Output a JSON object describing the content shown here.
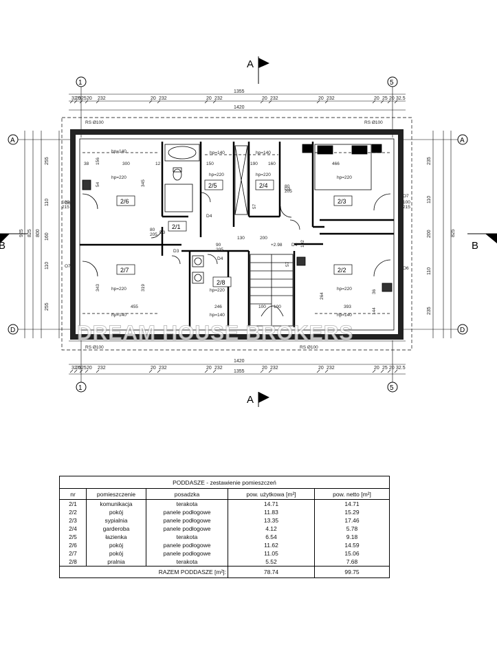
{
  "plan": {
    "section_marker": "A",
    "section_marker_side": "B",
    "axes_top": [
      "1",
      "5"
    ],
    "axes_side": [
      "A",
      "D"
    ],
    "overall_width": "1420",
    "inner_width": "1355",
    "segments": [
      "32.5",
      "20",
      "25",
      "20",
      "232",
      "20",
      "232",
      "20",
      "232",
      "20",
      "232",
      "20",
      "232",
      "20",
      "25",
      "20",
      "32.5"
    ],
    "overall_height": "925",
    "left_dims": [
      "255",
      "110",
      "160",
      "110",
      "255"
    ],
    "left_outer": [
      "825",
      "800"
    ],
    "right_dims": [
      "235",
      "110",
      "200",
      "110",
      "235"
    ],
    "right_outer": [
      "825"
    ],
    "rs_label": "RS Ø100",
    "watermark": "DREAM HOUSE BROKERS",
    "rooms": [
      "2/1",
      "2/2",
      "2/3",
      "2/4",
      "2/5",
      "2/6",
      "2/7",
      "2/8"
    ],
    "hp140": "hp=140",
    "hp220": "hp=220",
    "doors": [
      "D3",
      "D4",
      "D4",
      "D3",
      "D3",
      "D4"
    ],
    "windows": [
      "O6",
      "O7",
      "O7",
      "O6"
    ],
    "level": "+2.98",
    "inner_dims": [
      "300",
      "466",
      "455",
      "393",
      "12",
      "150",
      "190",
      "160",
      "200",
      "246",
      "130",
      "38",
      "156",
      "345",
      "343",
      "319",
      "264",
      "36",
      "144",
      "54",
      "102",
      "57",
      "57",
      "100",
      "100"
    ],
    "door_sizes": [
      "80",
      "205",
      "90",
      "205",
      "100",
      "215"
    ]
  },
  "table": {
    "title": "PODDASZE - zestawienie pomieszczeń",
    "headers": [
      "nr",
      "pomieszczenie",
      "posadzka",
      "pow. użytkowa [m²]",
      "pow. netto [m²]"
    ],
    "rows": [
      [
        "2/1",
        "komunikacja",
        "terakota",
        "14.71",
        "14.71"
      ],
      [
        "2/2",
        "pokój",
        "panele podłogowe",
        "11.83",
        "15.29"
      ],
      [
        "2/3",
        "sypialnia",
        "panele podłogowe",
        "13.35",
        "17.46"
      ],
      [
        "2/4",
        "garderoba",
        "panele podłogowe",
        "4.12",
        "5.78"
      ],
      [
        "2/5",
        "łazienka",
        "terakota",
        "6.54",
        "9.18"
      ],
      [
        "2/6",
        "pokój",
        "panele podłogowe",
        "11.62",
        "14.59"
      ],
      [
        "2/7",
        "pokój",
        "panele podłogowe",
        "11.05",
        "15.06"
      ],
      [
        "2/8",
        "pralnia",
        "terakota",
        "5.52",
        "7.68"
      ]
    ],
    "total_label": "RAZEM PODDASZE [m²]:",
    "total_usable": "78.74",
    "total_net": "99.75"
  }
}
